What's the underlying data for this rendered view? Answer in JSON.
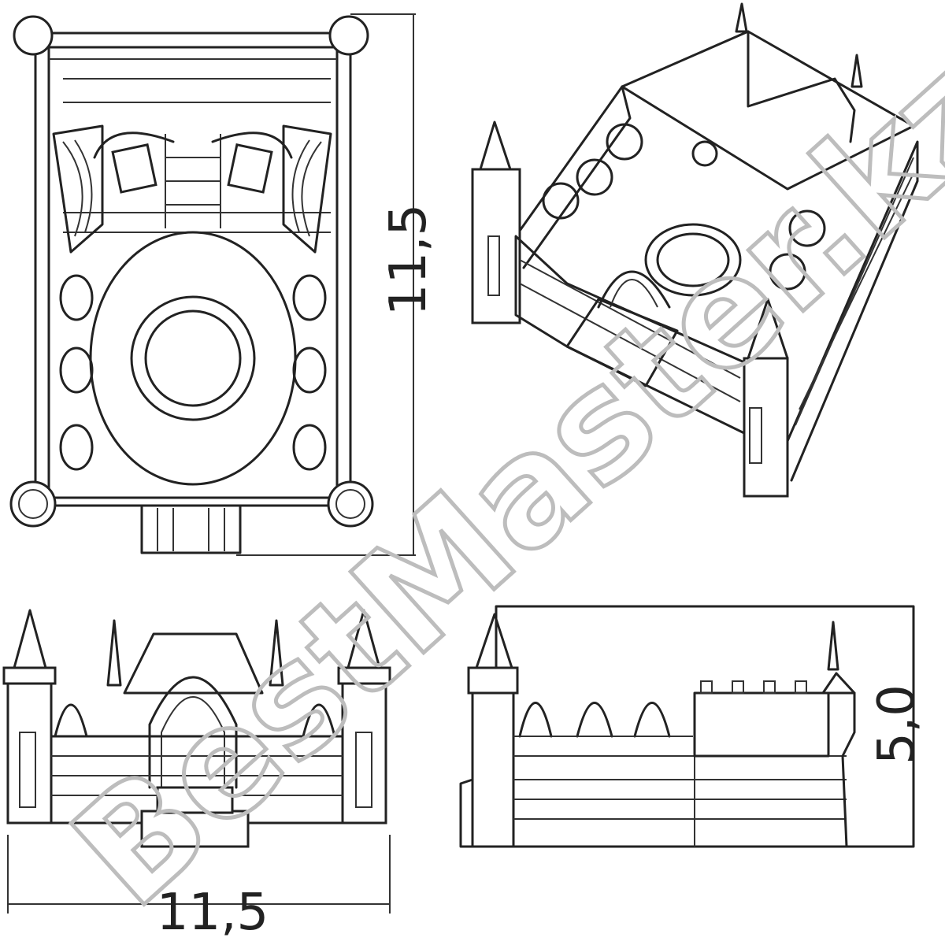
{
  "dimensions": {
    "top_view_height": "11,5",
    "front_view_width": "11,5",
    "side_view_height": "5,0"
  },
  "watermark": {
    "text": "BestMaster.kz"
  }
}
